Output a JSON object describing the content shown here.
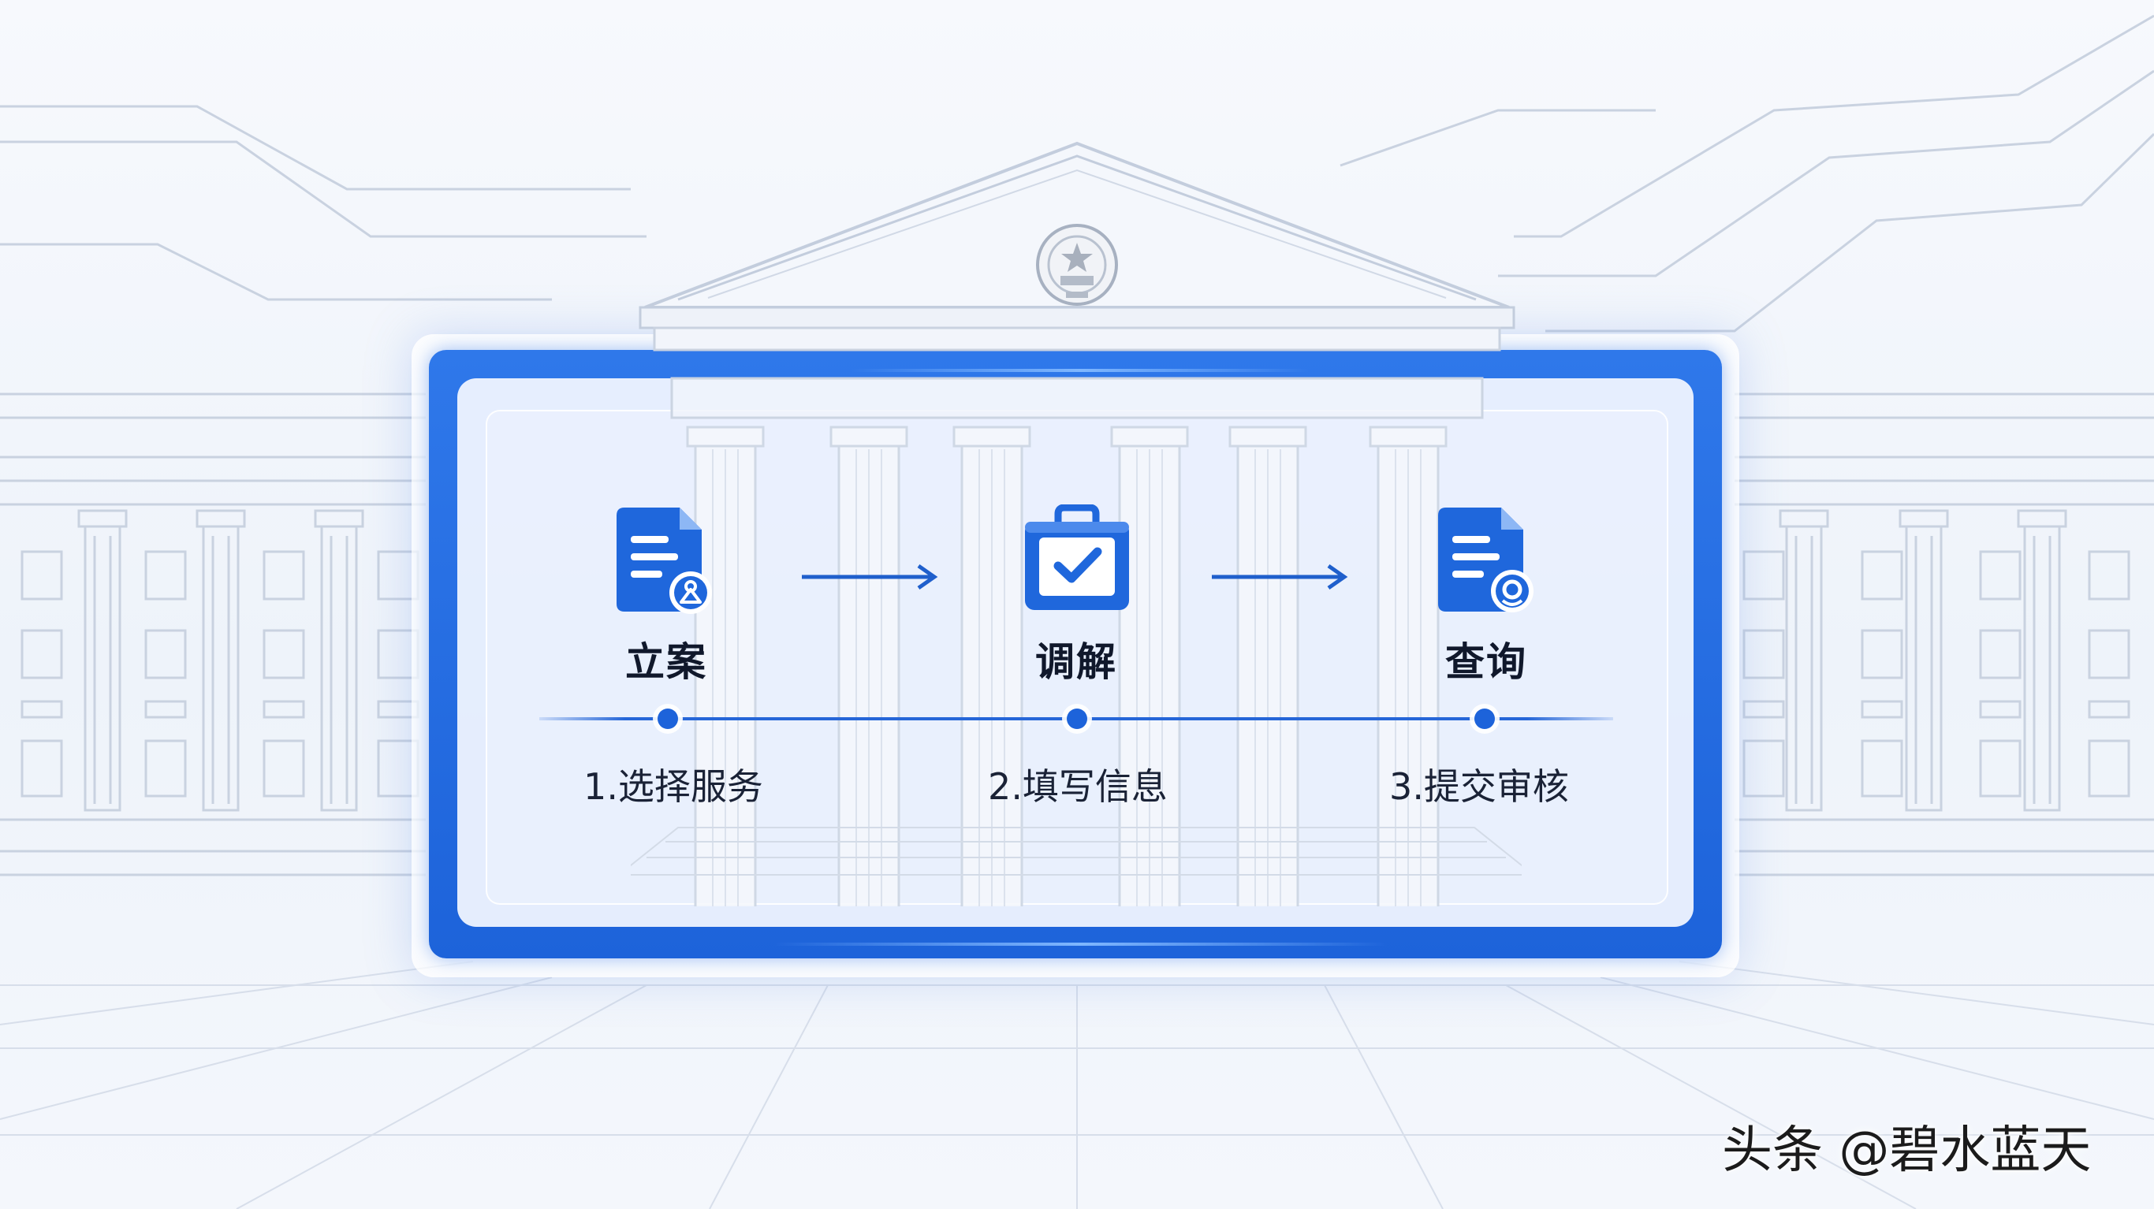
{
  "steps": [
    {
      "title": "立案",
      "label": "1.选择服务",
      "icon": "document-person-icon"
    },
    {
      "title": "调解",
      "label": "2.填写信息",
      "icon": "briefcase-check-icon"
    },
    {
      "title": "查询",
      "label": "3.提交审核",
      "icon": "document-search-icon"
    }
  ],
  "watermark": "头条 @碧水蓝天",
  "colors": {
    "accent": "#1d63da",
    "frame": "#2f78ea",
    "text": "#10182b",
    "background": "#f3f6fb"
  }
}
